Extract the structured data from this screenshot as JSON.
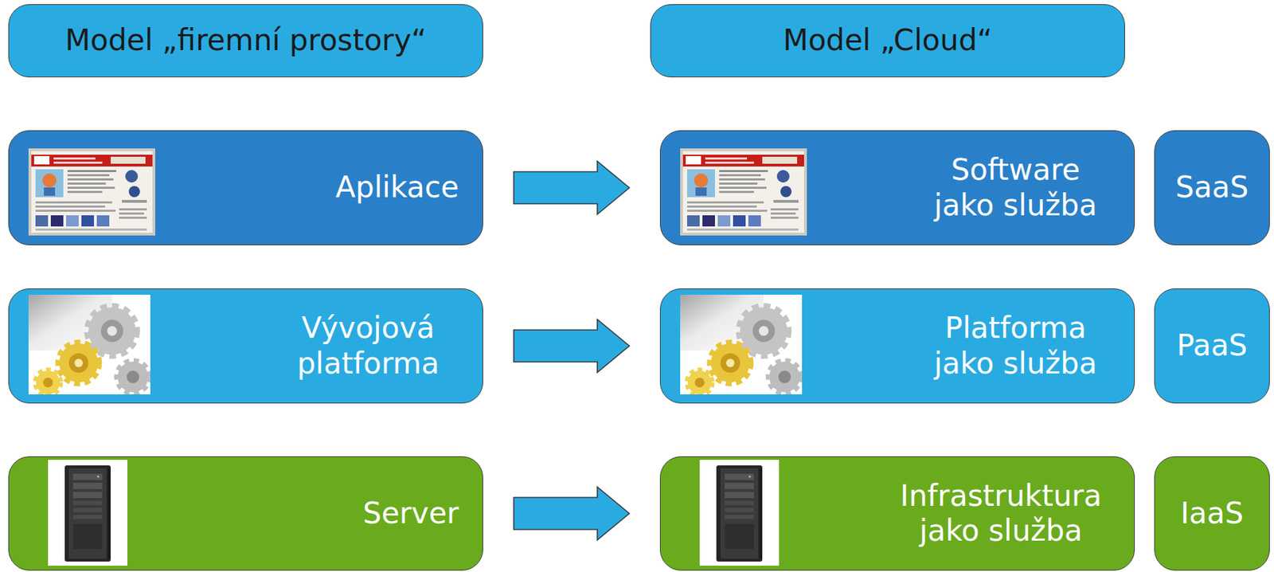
{
  "diagram": {
    "nodes": [
      {
        "text": [
          "Model „firemní prostory“"
        ]
      },
      {
        "text": [
          "Model „Cloud“"
        ]
      },
      {
        "text": [
          "Aplikace"
        ]
      },
      {
        "text": [
          "Software jako služba"
        ]
      },
      {
        "text": [
          "SaaS"
        ]
      },
      {
        "text": [
          "Vývojová platforma"
        ]
      },
      {
        "text": [
          "Platforma jako služba"
        ]
      },
      {
        "text": [
          "PaaS"
        ]
      },
      {
        "text": [
          "Server"
        ]
      },
      {
        "text": [
          "Infrastruktura jako služba"
        ]
      },
      {
        "text": [
          "IaaS"
        ]
      }
    ],
    "edges": [
      {
        "from": 2,
        "to": 3,
        "arrow": "to"
      },
      {
        "from": 5,
        "to": 6,
        "arrow": "to"
      },
      {
        "from": 8,
        "to": 9,
        "arrow": "to"
      }
    ]
  }
}
